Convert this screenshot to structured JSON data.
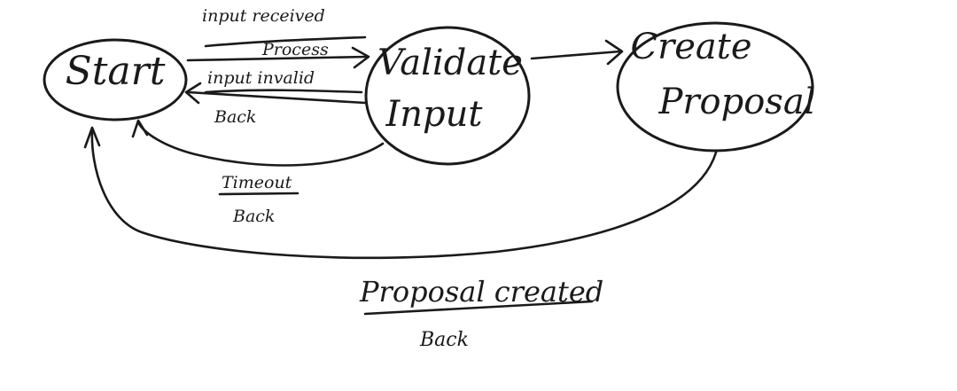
{
  "diagram": {
    "nodes": {
      "start": {
        "label": "Start"
      },
      "validate": {
        "line1": "Validate",
        "line2": "Input"
      },
      "create": {
        "line1": "Create",
        "line2": "Proposal"
      }
    },
    "edges": {
      "received": {
        "event": "input received",
        "action": "Process"
      },
      "invalid": {
        "event": "input invalid",
        "action": "Back"
      },
      "timeout": {
        "event": "Timeout",
        "action": "Back"
      },
      "created": {
        "event": "Proposal created",
        "action": "Back"
      }
    }
  }
}
